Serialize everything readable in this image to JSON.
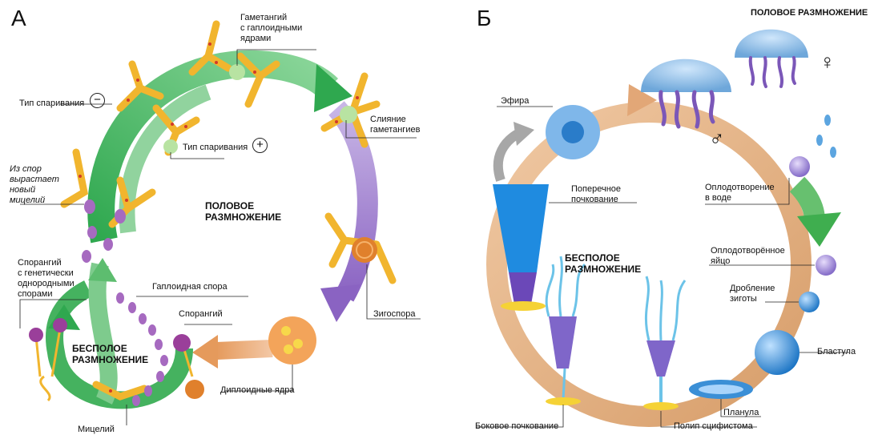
{
  "panelA": {
    "letter": "А",
    "labels": {
      "gametangium": "Гаметангий\nс гаплоидными\nядрами",
      "mating_minus": "Тип спаривания",
      "mating_plus": "Тип спаривания",
      "fusion": "Слияние\nгаметангиев",
      "from_spores": "Из спор\nвырастает\nновый\nмицелий",
      "sexual": "ПОЛОВОЕ\nРАЗМНОЖЕНИЕ",
      "sporangium_genetic": "Спорангий\nс генетически\nоднородными\nспорами",
      "haploid_spore": "Гаплоидная спора",
      "sporangium": "Спорангий",
      "zygospore": "Зигоспора",
      "asexual": "БЕСПОЛОЕ\nРАЗМНОЖЕНИЕ",
      "diploid_nuclei": "Диплоидные ядра",
      "mycelium": "Мицелий"
    },
    "symbols": {
      "minus": "−",
      "plus": "+"
    }
  },
  "panelB": {
    "letter": "Б",
    "labels": {
      "sexual": "ПОЛОВОЕ РАЗМНОЖЕНИЕ",
      "ephyra": "Эфира",
      "transverse": "Поперечное\nпочкование",
      "fert_water": "Оплодотворение\nв воде",
      "fert_egg": "Оплодотворённое\nяйцо",
      "cleavage": "Дробление\nзиготы",
      "asexual": "БЕСПОЛОЕ\nРАЗМНОЖЕНИЕ",
      "blastula": "Бластула",
      "planula": "Планула",
      "lateral": "Боковое почкование",
      "polyp": "Полип сцифистома"
    },
    "symbols": {
      "male": "♂",
      "female": "♀"
    }
  }
}
